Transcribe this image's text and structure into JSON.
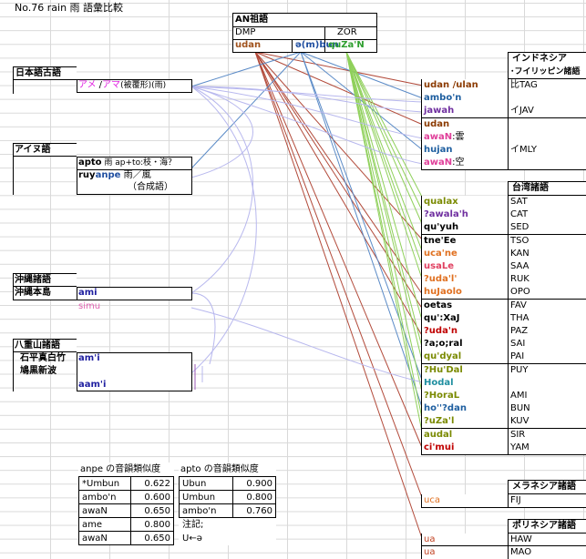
{
  "title": "No.76 rain 雨  語彙比較",
  "an": {
    "header": "AN祖語",
    "dmp_label": "DMP",
    "zor_label": "ZOR",
    "dmp_form": "udan",
    "dmp_form2": "ə(m)bun",
    "zor_form": "quZa'N"
  },
  "left": {
    "japanese": {
      "label": "日本語古語",
      "form1": "アメ",
      "sep": " /",
      "form2": "アマ",
      "note": "(被覆形)(雨)"
    },
    "ainu": {
      "label": "アイヌ語",
      "apto": "apto",
      "apto_gloss": "  雨 ap+to:枝・海？",
      "ruy": "ruy",
      "anpe": "anpe",
      "ruy_gloss": "  雨／嵐",
      "ruy_note": "（合成語）"
    },
    "okinawa_group": "沖縄諸語",
    "okinawa": {
      "label": "沖縄本島",
      "form1": "ami",
      "form2": "simu"
    },
    "yaeyama_group": "八重山諸語",
    "yaeyama": {
      "label1": "石平真白竹",
      "label2": "鳩黒新波",
      "form1": "am'i",
      "form2": "aam'i"
    }
  },
  "indonesia": {
    "header1": "インドネシア",
    "header2": "･フイリッピン諸語",
    "rows": [
      {
        "form": "udan /ulan",
        "code": "比TAG",
        "color": "#8b3a00"
      },
      {
        "form": "ambo'n",
        "code": "",
        "color": "#1f5fa0"
      },
      {
        "form": "jawah",
        "code": "イJAV",
        "color": "#7030a0"
      },
      {
        "form": "udan",
        "code": "",
        "color": "#8b3a00"
      },
      {
        "form": "awaN",
        "suffix": ":雲",
        "code": "",
        "color": "#e0409a"
      },
      {
        "form": "hujan",
        "code": "イMLY",
        "color": "#1f5fa0"
      },
      {
        "form": "awaN",
        "suffix": ":空",
        "code": "",
        "color": "#e0409a"
      }
    ]
  },
  "taiwan": {
    "header": "台湾諸語",
    "rows": [
      {
        "form": "qualax",
        "code": "SAT",
        "color": "#7a8a00"
      },
      {
        "form": "?awala'h",
        "code": "CAT",
        "color": "#7030a0"
      },
      {
        "form": "qu'yuh",
        "code": "SED",
        "color": "#000000"
      },
      {
        "form": "tne'Ee",
        "code": "TSO",
        "color": "#000000"
      },
      {
        "form": "uca'ne",
        "code": "KAN",
        "color": "#e07020"
      },
      {
        "form": "usaLe",
        "code": "SAA",
        "color": "#e04060"
      },
      {
        "form": "?uda'l'",
        "code": "RUK",
        "color": "#e07020"
      },
      {
        "form": "huJaolo",
        "code": "OPO",
        "color": "#e07020"
      },
      {
        "form": "oetas",
        "code": "FAV",
        "color": "#000000"
      },
      {
        "form": "qu':XaJ",
        "code": "THA",
        "color": "#000000"
      },
      {
        "form": "?uda'n",
        "code": "PAZ",
        "color": "#c00000"
      },
      {
        "form": "?a;o;ral",
        "code": "SAI",
        "color": "#000000"
      },
      {
        "form": "qu'dyal",
        "code": "PAI",
        "color": "#7a8a00"
      },
      {
        "form": "?Hu'Dal",
        "code": "PUY",
        "color": "#7a8a00"
      },
      {
        "form": "Hodal",
        "code": "",
        "color": "#1f8fa0"
      },
      {
        "form": "?HoraL",
        "code": "AMI",
        "color": "#7a8a00"
      },
      {
        "form": "ho''?dan",
        "code": "BUN",
        "color": "#1f5fa0"
      },
      {
        "form": "?uZa'l",
        "code": "KUV",
        "color": "#7a8a00"
      },
      {
        "form": "audal",
        "code": "SIR",
        "color": "#7a8a00"
      },
      {
        "form": "ci'mui",
        "code": "YAM",
        "color": "#c00000"
      }
    ]
  },
  "melanesia": {
    "header": "メラネシア諸語",
    "form": "uca",
    "code": "FIJ"
  },
  "polynesia": {
    "header": "ポリネシア諸語",
    "rows": [
      {
        "form": "ua",
        "code": "HAW"
      },
      {
        "form": "ua",
        "code": "MAO"
      }
    ]
  },
  "similarity1": {
    "title": "anpe の音韻類似度",
    "rows": [
      {
        "w": "*Umbun",
        "v": "0.622"
      },
      {
        "w": "ambo'n",
        "v": "0.600"
      },
      {
        "w": "awaN",
        "v": "0.650"
      },
      {
        "w": "ame",
        "v": "0.800"
      },
      {
        "w": "awaN",
        "v": "0.650"
      }
    ]
  },
  "similarity2": {
    "title": "apto  の音韻類似度",
    "rows": [
      {
        "w": "Ubun",
        "v": "0.900"
      },
      {
        "w": "Umbun",
        "v": "0.800"
      },
      {
        "w": "ambo'n",
        "v": "0.760"
      }
    ],
    "note1": "注記;",
    "note2": "U←ə"
  }
}
